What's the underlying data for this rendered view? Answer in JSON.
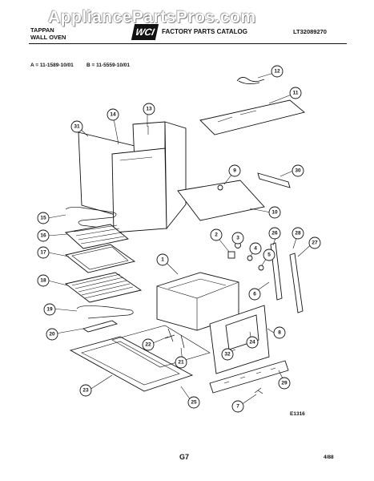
{
  "watermark": "AppliancePartsPros.com",
  "header": {
    "brand": "TAPPAN",
    "product": "WALL OVEN",
    "logo_text": "WCI",
    "catalog_title": "FACTORY PARTS CATALOG",
    "catalog_number": "LT32089270"
  },
  "models": {
    "a": "A = 11-1589-10/01",
    "b": "B = 11-5559-10/01"
  },
  "callouts": [
    {
      "id": "c1",
      "label": "1"
    },
    {
      "id": "c2",
      "label": "2"
    },
    {
      "id": "c3",
      "label": "3"
    },
    {
      "id": "c4",
      "label": "4"
    },
    {
      "id": "c5",
      "label": "5"
    },
    {
      "id": "c6",
      "label": "6"
    },
    {
      "id": "c7",
      "label": "7"
    },
    {
      "id": "c8",
      "label": "8"
    },
    {
      "id": "c9",
      "label": "9"
    },
    {
      "id": "c10",
      "label": "10"
    },
    {
      "id": "c11",
      "label": "11"
    },
    {
      "id": "c12",
      "label": "12"
    },
    {
      "id": "c13",
      "label": "13"
    },
    {
      "id": "c14",
      "label": "14"
    },
    {
      "id": "c15",
      "label": "15"
    },
    {
      "id": "c16",
      "label": "16"
    },
    {
      "id": "c17",
      "label": "17"
    },
    {
      "id": "c18",
      "label": "18"
    },
    {
      "id": "c19",
      "label": "19"
    },
    {
      "id": "c20",
      "label": "20"
    },
    {
      "id": "c21",
      "label": "21"
    },
    {
      "id": "c22",
      "label": "22"
    },
    {
      "id": "c23",
      "label": "23"
    },
    {
      "id": "c24",
      "label": "24"
    },
    {
      "id": "c25",
      "label": "25"
    },
    {
      "id": "c26",
      "label": "26"
    },
    {
      "id": "c27",
      "label": "27"
    },
    {
      "id": "c28",
      "label": "28"
    },
    {
      "id": "c29",
      "label": "29"
    },
    {
      "id": "c30",
      "label": "30"
    },
    {
      "id": "c31",
      "label": "31"
    },
    {
      "id": "c32",
      "label": "32"
    }
  ],
  "diagram_code": "E1316",
  "footer": {
    "page": "G7",
    "date": "4/88"
  }
}
